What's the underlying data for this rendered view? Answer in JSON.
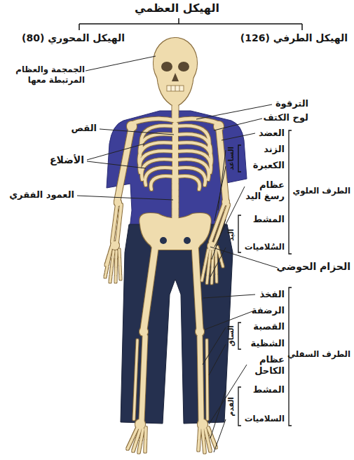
{
  "diagram": {
    "title": "الهيكل العظمي",
    "labels": [
      "الهيكل المحوري (80)",
      "الهيكل الطرفي (126)",
      "الجمجمة والعظام المرتبطة معها",
      "الترقوة",
      "لوح الكتف",
      "القص",
      "العضد",
      "الأضلاع",
      "الساعد",
      "الزند",
      "الكعبرة",
      "العمود الفقري",
      "عظام رسغ اليد",
      "الطرف العلوي",
      "المشط",
      "اليد",
      "السُلاميات",
      "الحزام الحوضي",
      "الفخذ",
      "الرضفة",
      "الساق",
      "القصبة",
      "الشظية",
      "الطرف السفلي",
      "عظام الكاحل",
      "المشط",
      "القدم",
      "السلاميات"
    ]
  }
}
